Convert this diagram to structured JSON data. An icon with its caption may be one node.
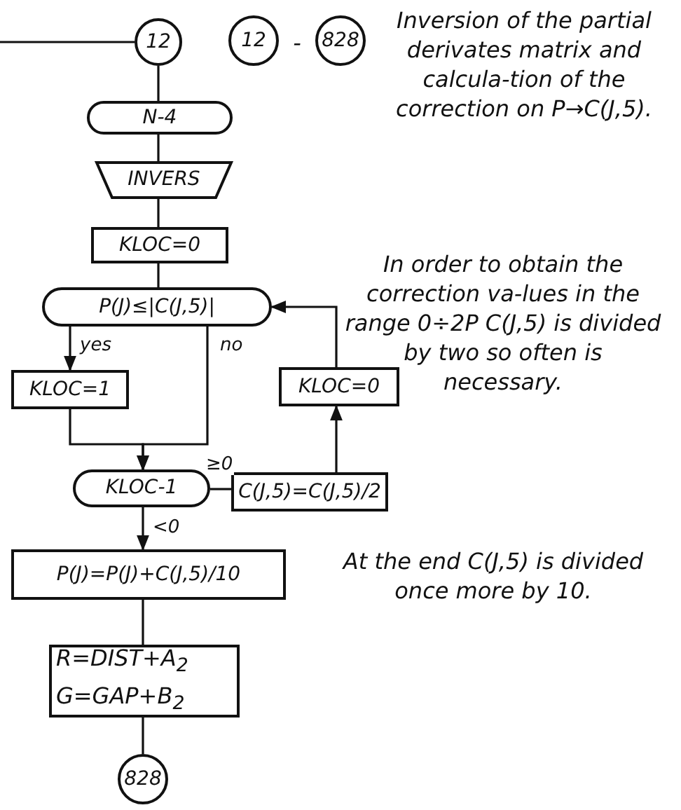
{
  "diagram": {
    "nodes": [
      {
        "text": [
          "12"
        ]
      },
      {
        "text": [
          "N-4"
        ]
      },
      {
        "text": [
          "INVERS"
        ]
      },
      {
        "text": [
          "KLOC=0"
        ]
      },
      {
        "text": [
          "P(J)≤|C(J,5)|"
        ]
      },
      {
        "text": [
          "KLOC=1"
        ]
      },
      {
        "text": [
          "KLOC-1"
        ]
      },
      {
        "text": [
          "C(J,5)=C(J,5)/2"
        ]
      },
      {
        "text": [
          "KLOC=0"
        ]
      },
      {
        "text": [
          "P(J)=P(J)+C(J,5)/10"
        ]
      },
      {
        "text": [
          "R=DIST+A$_{2}$ G=GAP+B$_{2}$"
        ]
      },
      {
        "text": [
          "828"
        ]
      },
      {
        "text": [
          "12"
        ]
      },
      {
        "text": [
          "828"
        ]
      }
    ],
    "edges": [
      {
        "from": null,
        "to": 0,
        "arrow": "none"
      },
      {
        "from": 0,
        "to": 1,
        "arrow": "none"
      },
      {
        "from": 1,
        "to": 2,
        "arrow": "none"
      },
      {
        "from": 2,
        "to": 3,
        "arrow": "none"
      },
      {
        "from": 3,
        "to": 4,
        "arrow": "none"
      },
      {
        "from": 4,
        "to": 5,
        "arrow": "to",
        "label": "yes"
      },
      {
        "from": 4,
        "to": 6,
        "arrow": "to",
        "label": "no"
      },
      {
        "from": 5,
        "to": 6,
        "arrow": "to"
      },
      {
        "from": 6,
        "to": 9,
        "arrow": "to",
        "label": "<0"
      },
      {
        "from": 6,
        "to": 7,
        "arrow": "none",
        "label": "≥0"
      },
      {
        "from": 7,
        "to": 8,
        "arrow": "to"
      },
      {
        "from": 8,
        "to": 4,
        "arrow": "to"
      },
      {
        "from": 9,
        "to": 10,
        "arrow": "none"
      },
      {
        "from": 10,
        "to": 11,
        "arrow": "none"
      }
    ],
    "labels": [
      "-",
      "Inversion of the partial derivates matrix and calcula-tion of the correction on P→C(J,5).",
      "In order to obtain the correction va-lues in the range 0÷2P C(J,5) is divided by two so often is necessary.",
      "At the end C(J,5) is divided once more by 10."
    ]
  }
}
